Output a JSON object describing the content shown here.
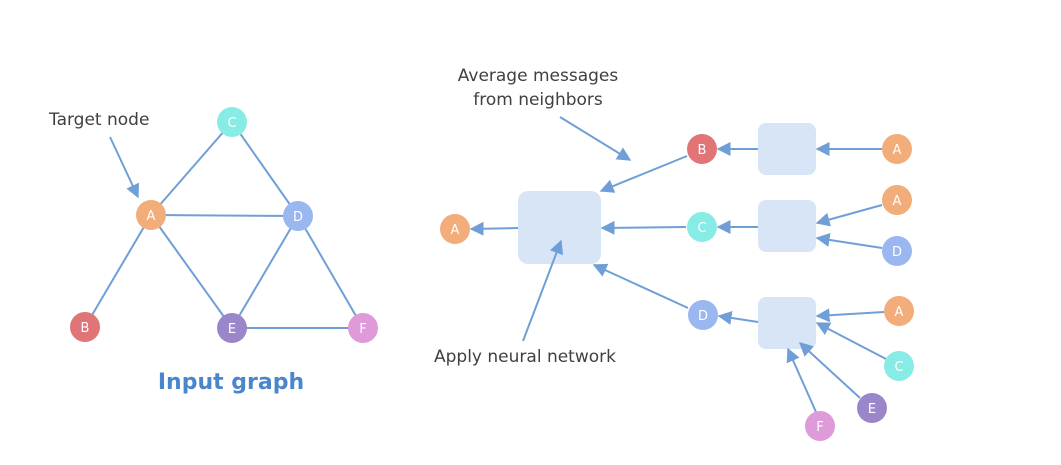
{
  "colors": {
    "edge": "#6f9fd6",
    "box": "#d8e5f6",
    "title": "#4a86cc",
    "A": "#f2ad7a",
    "B": "#e07477",
    "C": "#88ece6",
    "D": "#9ab7f0",
    "E": "#9b86c9",
    "F": "#df9ad9"
  },
  "input_graph": {
    "title": "Input graph",
    "target_label": "Target node",
    "nodes": {
      "A": "A",
      "B": "B",
      "C": "C",
      "D": "D",
      "E": "E",
      "F": "F"
    }
  },
  "computation_graph": {
    "average_label_line1": "Average messages",
    "average_label_line2": "from neighbors",
    "apply_label": "Apply neural network",
    "output_node": "A",
    "level1_nodes": [
      "B",
      "C",
      "D"
    ],
    "leaf_groups": [
      [
        "A"
      ],
      [
        "A",
        "D"
      ],
      [
        "A",
        "C",
        "E",
        "F"
      ]
    ]
  }
}
